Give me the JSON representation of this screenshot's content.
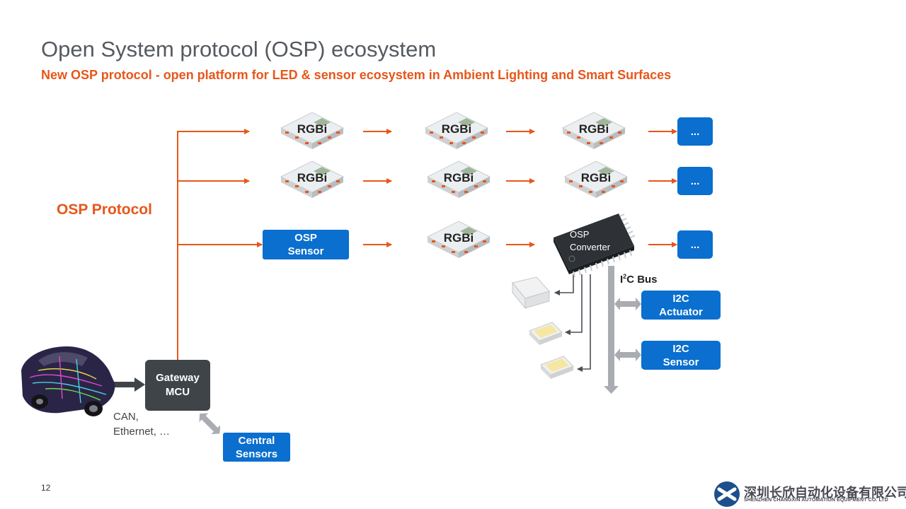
{
  "slide": {
    "title": "Open System protocol (OSP) ecosystem",
    "subtitle": "New OSP protocol - open platform for LED & sensor ecosystem in Ambient Lighting and Smart Surfaces",
    "page_number": "12"
  },
  "diagram": {
    "protocol_label": "OSP Protocol",
    "led_label": "RGBi",
    "continuation": "...",
    "osp_sensor": [
      "OSP",
      "Sensor"
    ],
    "osp_converter": [
      "OSP",
      "Converter"
    ],
    "i2c_bus": {
      "prefix": "I",
      "sup": "2",
      "suffix": "C Bus"
    },
    "i2c_actuator": [
      "I2C",
      "Actuator"
    ],
    "i2c_sensor": [
      "I2C",
      "Sensor"
    ],
    "gateway": [
      "Gateway",
      "MCU"
    ],
    "bus_types": [
      "CAN,",
      "Ethernet, …"
    ],
    "central_sensors": [
      "Central",
      "Sensors"
    ]
  },
  "colors": {
    "accent": "#e8561a",
    "blue": "#0a6fce",
    "gateway_gray": "#3f4448",
    "bus_gray": "#a9acb0"
  },
  "logo": {
    "company_name": "深圳长欣自动化设备有限公司",
    "company_name_en": "SHENZHEN CHANGXIN AUTOMATION EQUIPMENT CO. LTD"
  }
}
